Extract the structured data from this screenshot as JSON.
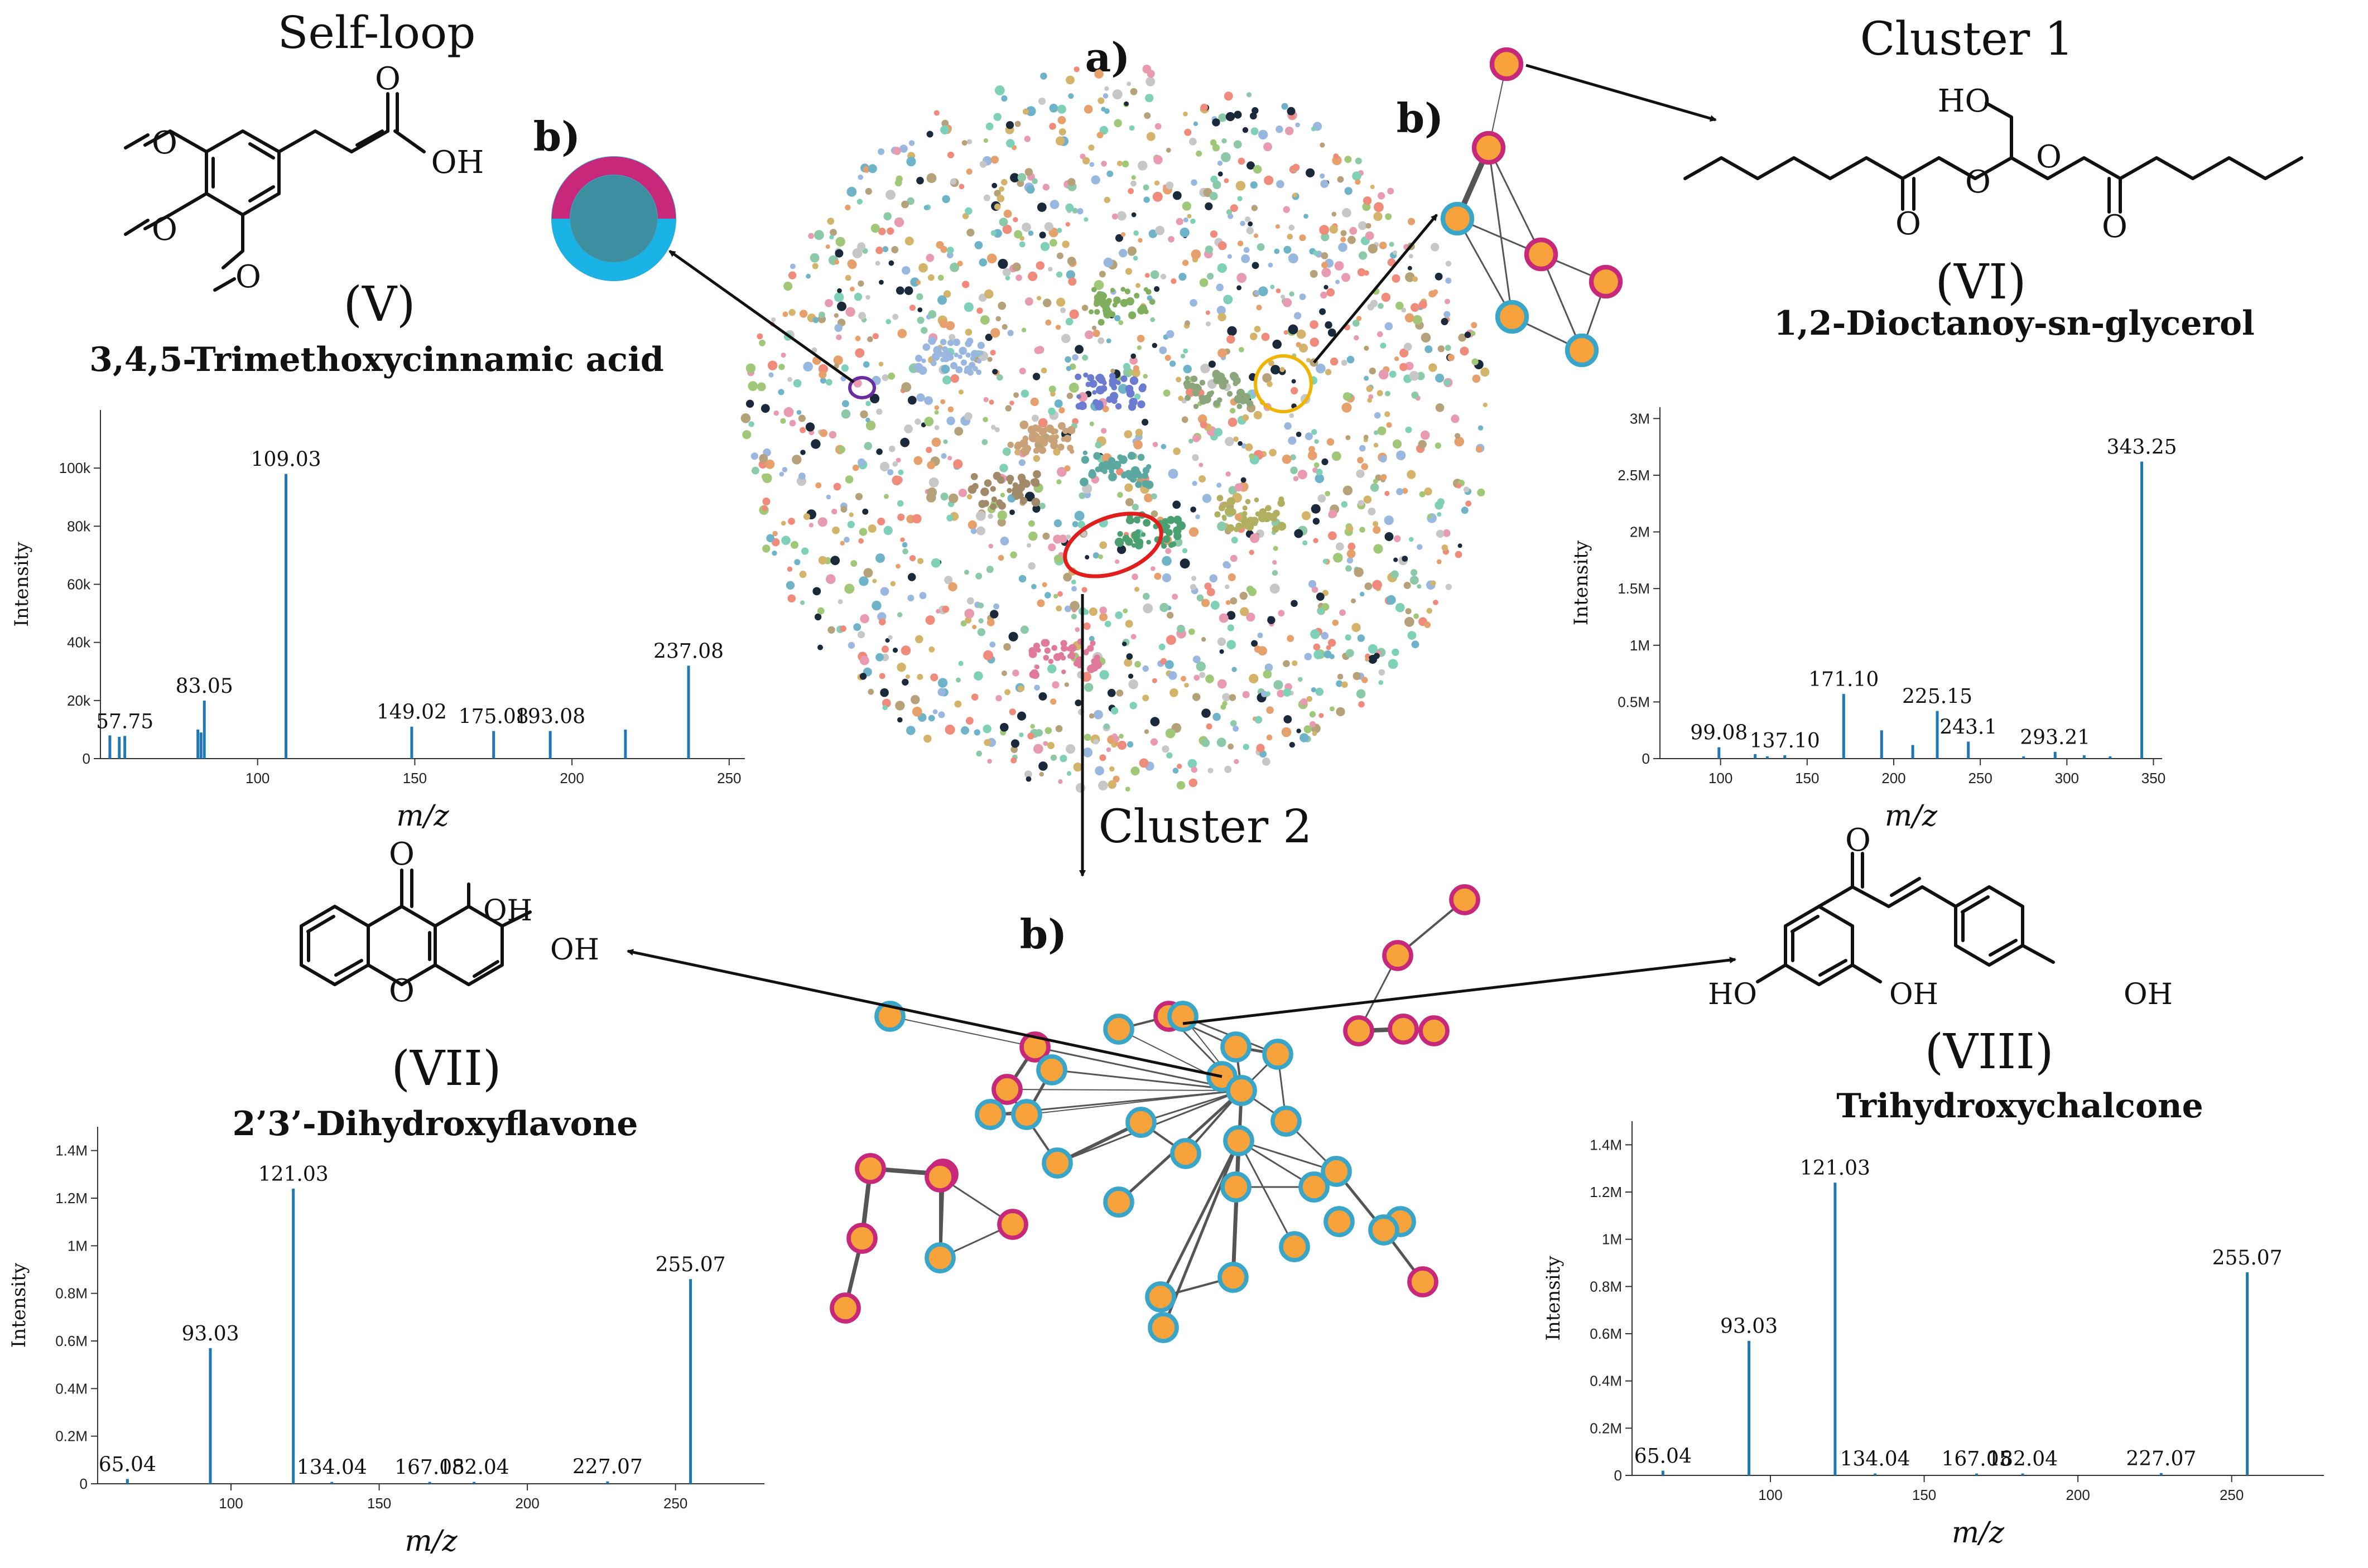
{
  "labels": {
    "a": "a)",
    "b_selfloop": "b)",
    "b_cluster1": "b)",
    "b_cluster2": "b)",
    "selfloop_title": "Self-loop",
    "cluster1_title": "Cluster 1",
    "cluster2_title": "Cluster 2"
  },
  "compounds": {
    "V": {
      "numeral": "(V)",
      "name": "3,4,5-Trimethoxycinnamic acid",
      "oh": "OH"
    },
    "VI": {
      "numeral": "(VI)",
      "name": "1,2-Dioctanoy-sn-glycerol",
      "ho": "HO"
    },
    "VII": {
      "numeral": "(VII)",
      "name": "2’3’-Dihydroxyflavone",
      "oh1": "OH",
      "oh2": "OH"
    },
    "VIII": {
      "numeral": "(VIII)",
      "name": "Trihydroxychalcone",
      "ho": "HO",
      "oh1": "OH",
      "oh2": "OH"
    }
  },
  "colors": {
    "peak": "#1f77b4",
    "node_fill": "#f7a23a",
    "node_ring": "#39a6c9",
    "node_ring_alt": "#c8287a",
    "selfloop_core": "#3d8fa0",
    "selfloop_ring_top": "#c8287a",
    "selfloop_ring_bottom": "#19b3e6",
    "highlight_purple": "#6a2ca0",
    "highlight_yellow": "#f0b400",
    "highlight_red": "#e01e1e"
  },
  "chart_data": [
    {
      "type": "bar",
      "panel": "V",
      "xlabel": "m/z",
      "ylabel": "Intensity",
      "xlim": [
        50,
        255
      ],
      "ylim": [
        0,
        120000
      ],
      "xticks": [
        100,
        150,
        200,
        250
      ],
      "yticks": [
        0,
        20000,
        40000,
        60000,
        80000,
        100000
      ],
      "ytick_labels": [
        "0",
        "20k",
        "40k",
        "60k",
        "80k",
        "100k"
      ],
      "peaks": [
        {
          "x": 53,
          "y": 8000
        },
        {
          "x": 56,
          "y": 7500
        },
        {
          "x": 57.75,
          "y": 7800
        },
        {
          "x": 81,
          "y": 10000
        },
        {
          "x": 82,
          "y": 9000
        },
        {
          "x": 83.05,
          "y": 20000
        },
        {
          "x": 109.03,
          "y": 98000
        },
        {
          "x": 149.02,
          "y": 11000
        },
        {
          "x": 175.08,
          "y": 9500
        },
        {
          "x": 193.08,
          "y": 9500
        },
        {
          "x": 217,
          "y": 10000
        },
        {
          "x": 237.08,
          "y": 32000
        }
      ],
      "annotations": [
        {
          "x": 57.75,
          "y": 7800,
          "text": "57.75"
        },
        {
          "x": 83.05,
          "y": 20000,
          "text": "83.05"
        },
        {
          "x": 109.03,
          "y": 98000,
          "text": "109.03"
        },
        {
          "x": 149.02,
          "y": 11000,
          "text": "149.02"
        },
        {
          "x": 175.08,
          "y": 9500,
          "text": "175.08"
        },
        {
          "x": 193.08,
          "y": 9500,
          "text": "193.08"
        },
        {
          "x": 237.08,
          "y": 32000,
          "text": "237.08"
        }
      ]
    },
    {
      "type": "bar",
      "panel": "VI",
      "xlabel": "m/z",
      "ylabel": "Intensity",
      "xlim": [
        65,
        355
      ],
      "ylim": [
        0,
        3100000
      ],
      "xticks": [
        100,
        150,
        200,
        250,
        300,
        350
      ],
      "yticks": [
        0,
        500000,
        1000000,
        1500000,
        2000000,
        2500000,
        3000000
      ],
      "ytick_labels": [
        "0",
        "0.5M",
        "1M",
        "1.5M",
        "2M",
        "2.5M",
        "3M"
      ],
      "peaks": [
        {
          "x": 99.08,
          "y": 100000
        },
        {
          "x": 120,
          "y": 40000
        },
        {
          "x": 127,
          "y": 20000
        },
        {
          "x": 137.1,
          "y": 30000
        },
        {
          "x": 171.1,
          "y": 570000
        },
        {
          "x": 193,
          "y": 250000
        },
        {
          "x": 211,
          "y": 120000
        },
        {
          "x": 225.15,
          "y": 420000
        },
        {
          "x": 243.1,
          "y": 150000
        },
        {
          "x": 275,
          "y": 20000
        },
        {
          "x": 293.21,
          "y": 60000
        },
        {
          "x": 310,
          "y": 30000
        },
        {
          "x": 325,
          "y": 20000
        },
        {
          "x": 343.25,
          "y": 2620000
        }
      ],
      "annotations": [
        {
          "x": 99.08,
          "y": 100000,
          "text": "99.08"
        },
        {
          "x": 137.1,
          "y": 30000,
          "text": "137.10"
        },
        {
          "x": 171.1,
          "y": 570000,
          "text": "171.10"
        },
        {
          "x": 225.15,
          "y": 420000,
          "text": "225.15"
        },
        {
          "x": 243.1,
          "y": 150000,
          "text": "243.1"
        },
        {
          "x": 293.21,
          "y": 60000,
          "text": "293.21"
        },
        {
          "x": 343.25,
          "y": 2620000,
          "text": "343.25"
        }
      ]
    },
    {
      "type": "bar",
      "panel": "VII",
      "xlabel": "m/z",
      "ylabel": "Intensity",
      "xlim": [
        55,
        280
      ],
      "ylim": [
        0,
        1500000
      ],
      "xticks": [
        100,
        150,
        200,
        250
      ],
      "yticks": [
        0,
        200000,
        400000,
        600000,
        800000,
        1000000,
        1200000,
        1400000
      ],
      "ytick_labels": [
        "0",
        "0.2M",
        "0.4M",
        "0.6M",
        "0.8M",
        "1M",
        "1.2M",
        "1.4M"
      ],
      "peaks": [
        {
          "x": 65.04,
          "y": 20000
        },
        {
          "x": 93.03,
          "y": 570000
        },
        {
          "x": 121.03,
          "y": 1240000
        },
        {
          "x": 134.04,
          "y": 8000
        },
        {
          "x": 167.05,
          "y": 8000
        },
        {
          "x": 182.04,
          "y": 8000
        },
        {
          "x": 227.07,
          "y": 10000
        },
        {
          "x": 255.07,
          "y": 860000
        }
      ],
      "annotations": [
        {
          "x": 65.04,
          "y": 20000,
          "text": "65.04"
        },
        {
          "x": 93.03,
          "y": 570000,
          "text": "93.03"
        },
        {
          "x": 121.03,
          "y": 1240000,
          "text": "121.03"
        },
        {
          "x": 134.04,
          "y": 8000,
          "text": "134.04"
        },
        {
          "x": 167.05,
          "y": 8000,
          "text": "167.05"
        },
        {
          "x": 182.04,
          "y": 8000,
          "text": "182.04"
        },
        {
          "x": 227.07,
          "y": 10000,
          "text": "227.07"
        },
        {
          "x": 255.07,
          "y": 860000,
          "text": "255.07"
        }
      ]
    },
    {
      "type": "bar",
      "panel": "VIII",
      "xlabel": "m/z",
      "ylabel": "Intensity",
      "xlim": [
        55,
        280
      ],
      "ylim": [
        0,
        1500000
      ],
      "xticks": [
        100,
        150,
        200,
        250
      ],
      "yticks": [
        0,
        200000,
        400000,
        600000,
        800000,
        1000000,
        1200000,
        1400000
      ],
      "ytick_labels": [
        "0",
        "0.2M",
        "0.4M",
        "0.6M",
        "0.8M",
        "1M",
        "1.2M",
        "1.4M"
      ],
      "peaks": [
        {
          "x": 65.04,
          "y": 20000
        },
        {
          "x": 93.03,
          "y": 570000
        },
        {
          "x": 121.03,
          "y": 1240000
        },
        {
          "x": 134.04,
          "y": 8000
        },
        {
          "x": 167.05,
          "y": 8000
        },
        {
          "x": 182.04,
          "y": 8000
        },
        {
          "x": 227.07,
          "y": 10000
        },
        {
          "x": 255.07,
          "y": 860000
        }
      ],
      "annotations": [
        {
          "x": 65.04,
          "y": 20000,
          "text": "65.04"
        },
        {
          "x": 93.03,
          "y": 570000,
          "text": "93.03"
        },
        {
          "x": 121.03,
          "y": 1240000,
          "text": "121.03"
        },
        {
          "x": 134.04,
          "y": 8000,
          "text": "134.04"
        },
        {
          "x": 167.05,
          "y": 8000,
          "text": "167.05"
        },
        {
          "x": 182.04,
          "y": 8000,
          "text": "182.04"
        },
        {
          "x": 227.07,
          "y": 10000,
          "text": "227.07"
        },
        {
          "x": 255.07,
          "y": 860000,
          "text": "255.07"
        }
      ]
    }
  ]
}
